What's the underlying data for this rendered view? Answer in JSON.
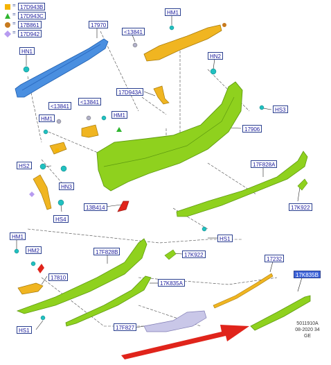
{
  "legend": [
    {
      "symbol": "square-yellow",
      "color": "#f5b400",
      "label": "17D943B"
    },
    {
      "symbol": "triangle-green",
      "color": "#2fb52f",
      "label": "17D943C"
    },
    {
      "symbol": "circle-brown",
      "color": "#c77a1e",
      "label": "17B861"
    },
    {
      "symbol": "diamond-lilac",
      "color": "#b79bf0",
      "label": "17D942"
    }
  ],
  "callouts": {
    "c17970": "17970",
    "c13841a": "<13841",
    "cHM1a": "HM1",
    "cHN1": "HN1",
    "cHN2": "HN2",
    "c17D943A": "17D943A",
    "cHS3": "HS3",
    "c13841b": "<13841",
    "c13841c": "<13841",
    "cHM1b": "HM1",
    "cHM1c": "HM1",
    "c17906": "17906",
    "cHS2": "HS2",
    "cHN3": "HN3",
    "c17F828A": "17F828A",
    "c13B414": "13B414",
    "cHS4": "HS4",
    "c17K922a": "17K922",
    "cHS1a": "HS1",
    "cHM1d": "HM1",
    "cHM2": "HM2",
    "c17F828B": "17F828B",
    "c17K922b": "17K922",
    "c17232": "17232",
    "c17810": "17810",
    "c17K835A": "17K835A",
    "c17K835B": "17K835B",
    "c17F827": "17F827",
    "cHS1b": "HS1"
  },
  "footer": {
    "line1": "5011910A",
    "line2": "08-2020 34",
    "line3": "GE"
  },
  "colors": {
    "bumper": "#8fd11e",
    "bumper_dark": "#5e9a10",
    "beam": "#4a8fe0",
    "bracket": "#f0b521",
    "clip": "#20c0c0",
    "arrow": "#e0241b",
    "callout_border": "#2a3f8f",
    "callout_text": "#1a1a9c",
    "selected": "#3d63d9"
  }
}
